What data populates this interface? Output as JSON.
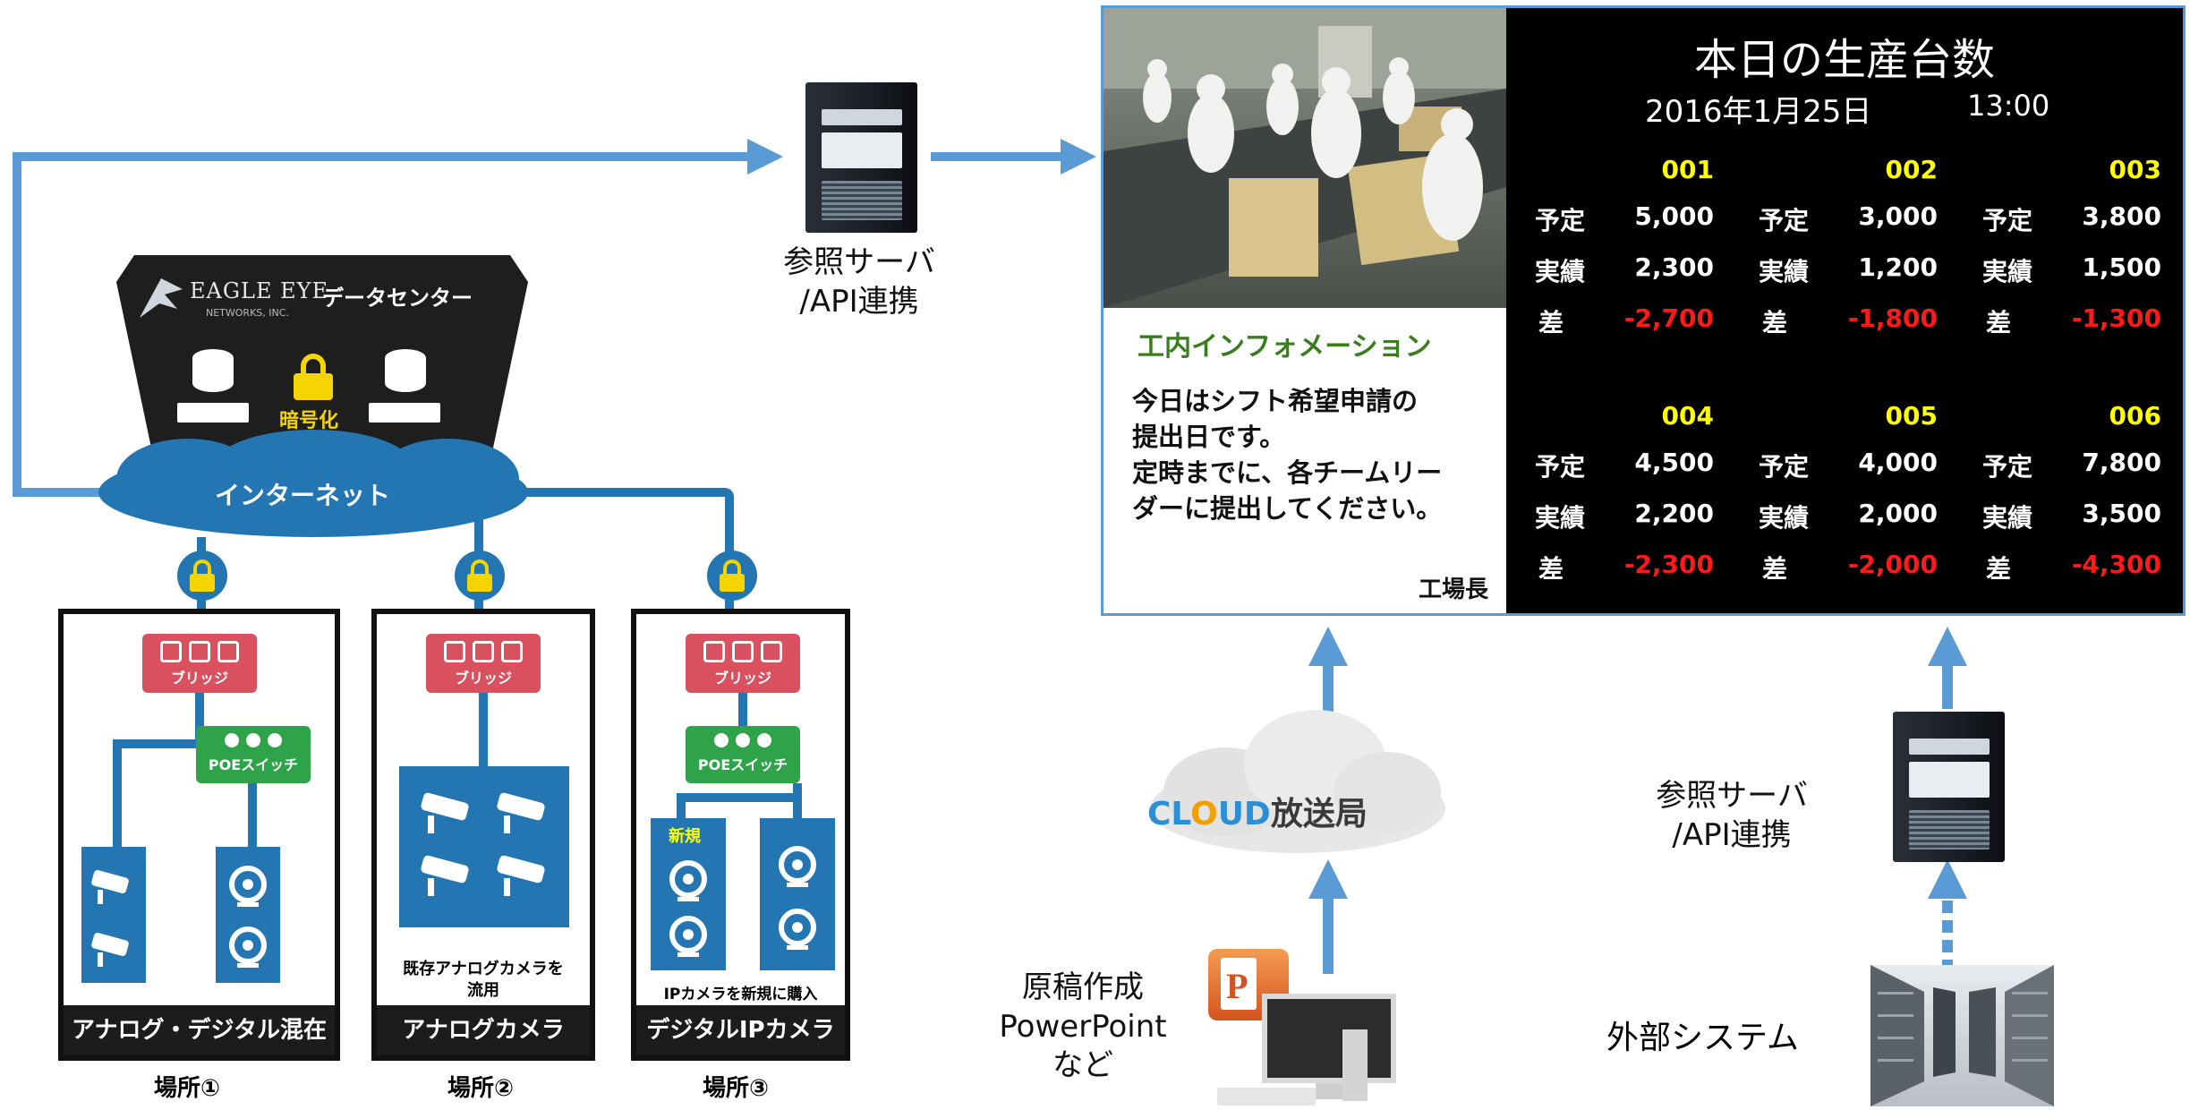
{
  "sites": [
    {
      "bridge": "ブリッジ",
      "poe": "POEスイッチ",
      "footer": "アナログ・デジタル混在",
      "place": "場所①"
    },
    {
      "bridge": "ブリッジ",
      "note": "既存アナログカメラを\n流用",
      "footer": "アナログカメラ",
      "place": "場所②"
    },
    {
      "bridge": "ブリッジ",
      "poe": "POEスイッチ",
      "new_tag": "新規",
      "note": "IPカメラを新規に購入",
      "footer": "デジタルIPカメラ",
      "place": "場所③"
    }
  ],
  "datacenter": {
    "brand": "EAGLE EYE",
    "brand_sub": "NETWORKS, INC.",
    "title": "データセンター",
    "encrypt": "暗号化"
  },
  "internet": "インターネット",
  "ref_server_top": "参照サーバ\n/API連携",
  "ref_server_bottom": "参照サーバ\n/API連携",
  "external_system": "外部システム",
  "draft": "原稿作成\nPowerPoint\nなど",
  "cloud_brand": {
    "prefix": "CL",
    "highlight": "O",
    "suffix": "UD",
    "name": "放送局"
  },
  "info_panel": {
    "title": "工内インフォメーション",
    "body": "今日はシフト希望申請の\n提出日です。\n定時までに、各チームリー\nダーに提出してください。",
    "signature": "工場長"
  },
  "board": {
    "title": "本日の生産台数",
    "date": "2016年1月25日",
    "time": "13:00",
    "row_labels": {
      "plan": "予定",
      "actual": "実績",
      "diff": "差"
    },
    "lines": [
      {
        "id": "001",
        "plan": "5,000",
        "actual": "2,300",
        "diff": "-2,700"
      },
      {
        "id": "002",
        "plan": "3,000",
        "actual": "1,200",
        "diff": "-1,800"
      },
      {
        "id": "003",
        "plan": "3,800",
        "actual": "1,500",
        "diff": "-1,300"
      },
      {
        "id": "004",
        "plan": "4,500",
        "actual": "2,200",
        "diff": "-2,300"
      },
      {
        "id": "005",
        "plan": "4,000",
        "actual": "2,000",
        "diff": "-2,000"
      },
      {
        "id": "006",
        "plan": "7,800",
        "actual": "3,500",
        "diff": "-4,300"
      }
    ]
  },
  "colors": {
    "arrow": "#5b9bd5",
    "network": "#2476b3",
    "bridge": "#d9505e",
    "poe": "#2ea34a",
    "board_bg": "#000000",
    "neg": "#ff1a1a",
    "header": "#ffff00",
    "info_title": "#3a7d1f"
  }
}
